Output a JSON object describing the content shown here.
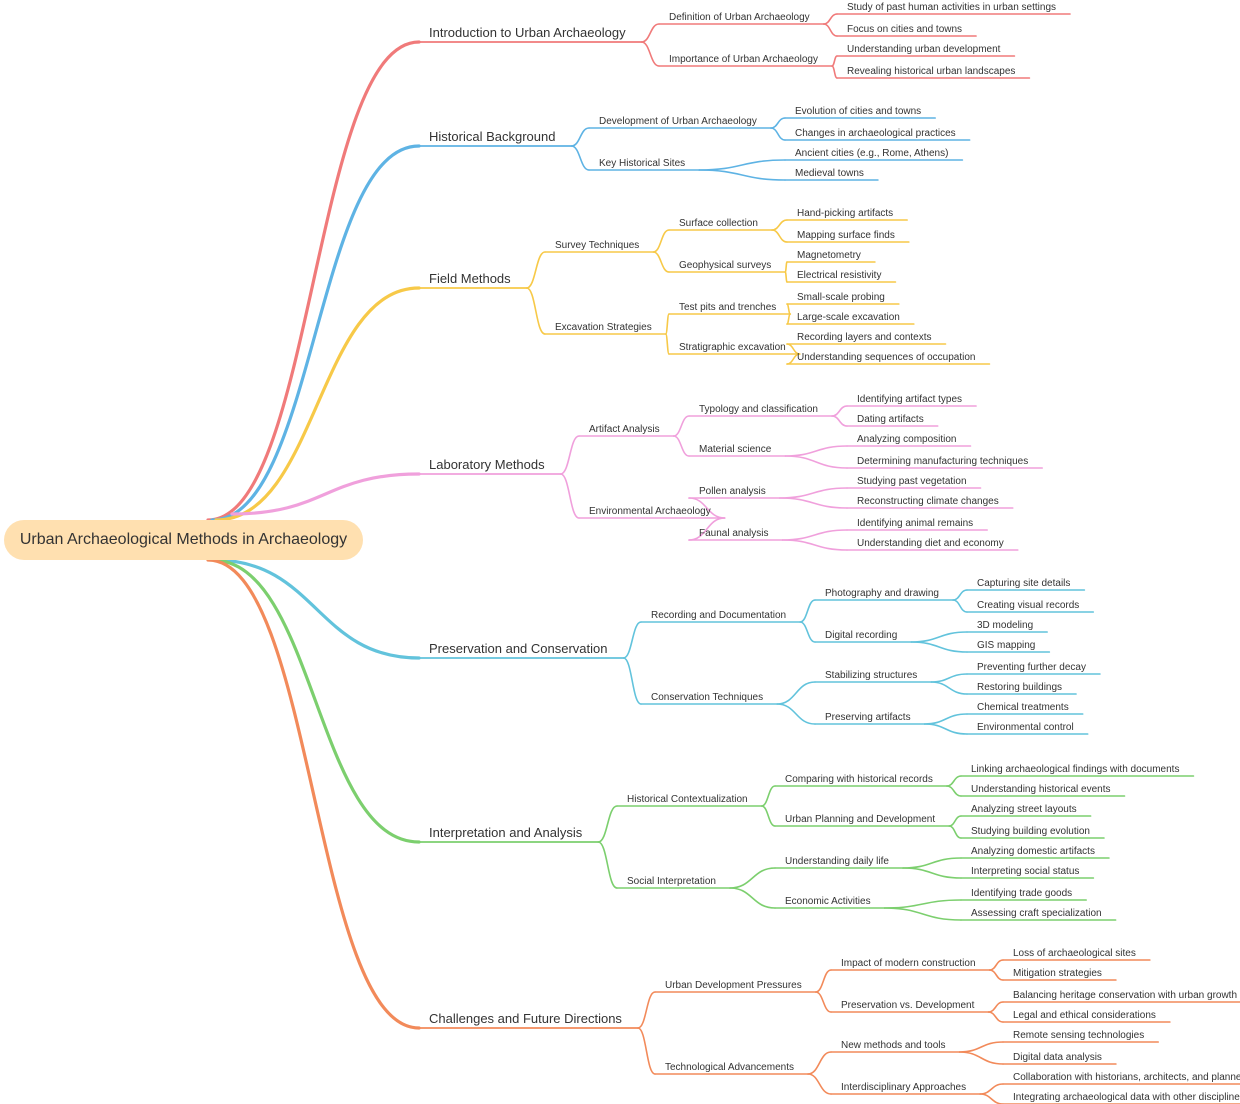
{
  "mindmap": {
    "root": "Urban Archaeological Methods in Archaeology",
    "root_color": "#ffe0b0",
    "branches": [
      {
        "label": "Introduction to Urban Archaeology",
        "color": "#f07a7a",
        "children": [
          {
            "label": "Definition of Urban Archaeology",
            "children": [
              {
                "label": "Study of past human activities in urban settings"
              },
              {
                "label": "Focus on cities and towns"
              }
            ]
          },
          {
            "label": "Importance of Urban Archaeology",
            "children": [
              {
                "label": "Understanding urban development"
              },
              {
                "label": "Revealing historical urban landscapes"
              }
            ]
          }
        ]
      },
      {
        "label": "Historical Background",
        "color": "#5eb3e4",
        "children": [
          {
            "label": "Development of Urban Archaeology",
            "children": [
              {
                "label": "Evolution of cities and towns"
              },
              {
                "label": "Changes in archaeological practices"
              }
            ]
          },
          {
            "label": "Key Historical Sites",
            "children": [
              {
                "label": "Ancient cities (e.g., Rome, Athens)"
              },
              {
                "label": "Medieval towns"
              }
            ]
          }
        ]
      },
      {
        "label": "Field Methods",
        "color": "#f7c948",
        "children": [
          {
            "label": "Survey Techniques",
            "children": [
              {
                "label": "Surface collection",
                "children": [
                  {
                    "label": "Hand-picking artifacts"
                  },
                  {
                    "label": "Mapping surface finds"
                  }
                ]
              },
              {
                "label": "Geophysical surveys",
                "children": [
                  {
                    "label": "Magnetometry"
                  },
                  {
                    "label": "Electrical resistivity"
                  }
                ]
              }
            ]
          },
          {
            "label": "Excavation Strategies",
            "children": [
              {
                "label": "Test pits and trenches",
                "children": [
                  {
                    "label": "Small-scale probing"
                  },
                  {
                    "label": "Large-scale excavation"
                  }
                ]
              },
              {
                "label": "Stratigraphic excavation",
                "children": [
                  {
                    "label": "Recording layers and contexts"
                  },
                  {
                    "label": "Understanding sequences of occupation"
                  }
                ]
              }
            ]
          }
        ]
      },
      {
        "label": "Laboratory Methods",
        "color": "#f0a0dc",
        "children": [
          {
            "label": "Artifact Analysis",
            "children": [
              {
                "label": "Typology and classification",
                "children": [
                  {
                    "label": "Identifying artifact types"
                  },
                  {
                    "label": "Dating artifacts"
                  }
                ]
              },
              {
                "label": "Material science",
                "children": [
                  {
                    "label": "Analyzing composition"
                  },
                  {
                    "label": "Determining manufacturing techniques"
                  }
                ]
              }
            ]
          },
          {
            "label": "Environmental Archaeology",
            "children": [
              {
                "label": "Pollen analysis",
                "children": [
                  {
                    "label": "Studying past vegetation"
                  },
                  {
                    "label": "Reconstructing climate changes"
                  }
                ]
              },
              {
                "label": "Faunal analysis",
                "children": [
                  {
                    "label": "Identifying animal remains"
                  },
                  {
                    "label": "Understanding diet and economy"
                  }
                ]
              }
            ]
          }
        ]
      },
      {
        "label": "Preservation and Conservation",
        "color": "#62c3dc",
        "children": [
          {
            "label": "Recording and Documentation",
            "children": [
              {
                "label": "Photography and drawing",
                "children": [
                  {
                    "label": "Capturing site details"
                  },
                  {
                    "label": "Creating visual records"
                  }
                ]
              },
              {
                "label": "Digital recording",
                "children": [
                  {
                    "label": "3D modeling"
                  },
                  {
                    "label": "GIS mapping"
                  }
                ]
              }
            ]
          },
          {
            "label": "Conservation Techniques",
            "children": [
              {
                "label": "Stabilizing structures",
                "children": [
                  {
                    "label": "Preventing further decay"
                  },
                  {
                    "label": "Restoring buildings"
                  }
                ]
              },
              {
                "label": "Preserving artifacts",
                "children": [
                  {
                    "label": "Chemical treatments"
                  },
                  {
                    "label": "Environmental control"
                  }
                ]
              }
            ]
          }
        ]
      },
      {
        "label": "Interpretation and Analysis",
        "color": "#7ccf6e",
        "children": [
          {
            "label": "Historical Contextualization",
            "children": [
              {
                "label": "Comparing with historical records",
                "children": [
                  {
                    "label": "Linking archaeological findings with documents"
                  },
                  {
                    "label": "Understanding historical events"
                  }
                ]
              },
              {
                "label": "Urban Planning and Development",
                "children": [
                  {
                    "label": "Analyzing street layouts"
                  },
                  {
                    "label": "Studying building evolution"
                  }
                ]
              }
            ]
          },
          {
            "label": "Social Interpretation",
            "children": [
              {
                "label": "Understanding daily life",
                "children": [
                  {
                    "label": "Analyzing domestic artifacts"
                  },
                  {
                    "label": "Interpreting social status"
                  }
                ]
              },
              {
                "label": "Economic Activities",
                "children": [
                  {
                    "label": "Identifying trade goods"
                  },
                  {
                    "label": "Assessing craft specialization"
                  }
                ]
              }
            ]
          }
        ]
      },
      {
        "label": "Challenges and Future Directions",
        "color": "#f28a5a",
        "children": [
          {
            "label": "Urban Development Pressures",
            "children": [
              {
                "label": "Impact of modern construction",
                "children": [
                  {
                    "label": "Loss of archaeological sites"
                  },
                  {
                    "label": "Mitigation strategies"
                  }
                ]
              },
              {
                "label": "Preservation vs. Development",
                "children": [
                  {
                    "label": "Balancing heritage conservation with urban growth"
                  },
                  {
                    "label": "Legal and ethical considerations"
                  }
                ]
              }
            ]
          },
          {
            "label": "Technological Advancements",
            "children": [
              {
                "label": "New methods and tools",
                "children": [
                  {
                    "label": "Remote sensing technologies"
                  },
                  {
                    "label": "Digital data analysis"
                  }
                ]
              },
              {
                "label": "Interdisciplinary Approaches",
                "children": [
                  {
                    "label": "Collaboration with historians, architects, and planners"
                  },
                  {
                    "label": "Integrating archaeological data with other disciplines"
                  }
                ]
              }
            ]
          }
        ]
      }
    ]
  }
}
